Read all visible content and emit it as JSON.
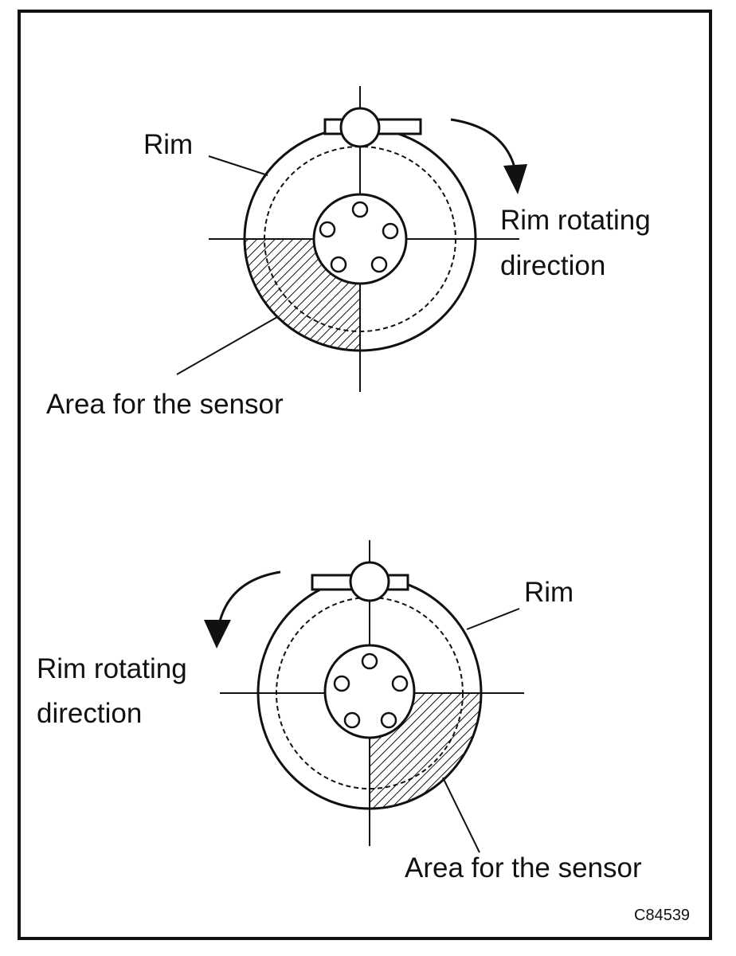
{
  "top_figure": {
    "rim_label": "Rim",
    "direction_label_line1": "Rim rotating",
    "direction_label_line2": "direction",
    "sensor_area_label": "Area for the sensor"
  },
  "bottom_figure": {
    "rim_label": "Rim",
    "direction_label_line1": "Rim rotating",
    "direction_label_line2": "direction",
    "sensor_area_label": "Area for the sensor"
  },
  "figure_code": "C84539",
  "colors": {
    "ink": "#111111",
    "background": "#ffffff"
  }
}
